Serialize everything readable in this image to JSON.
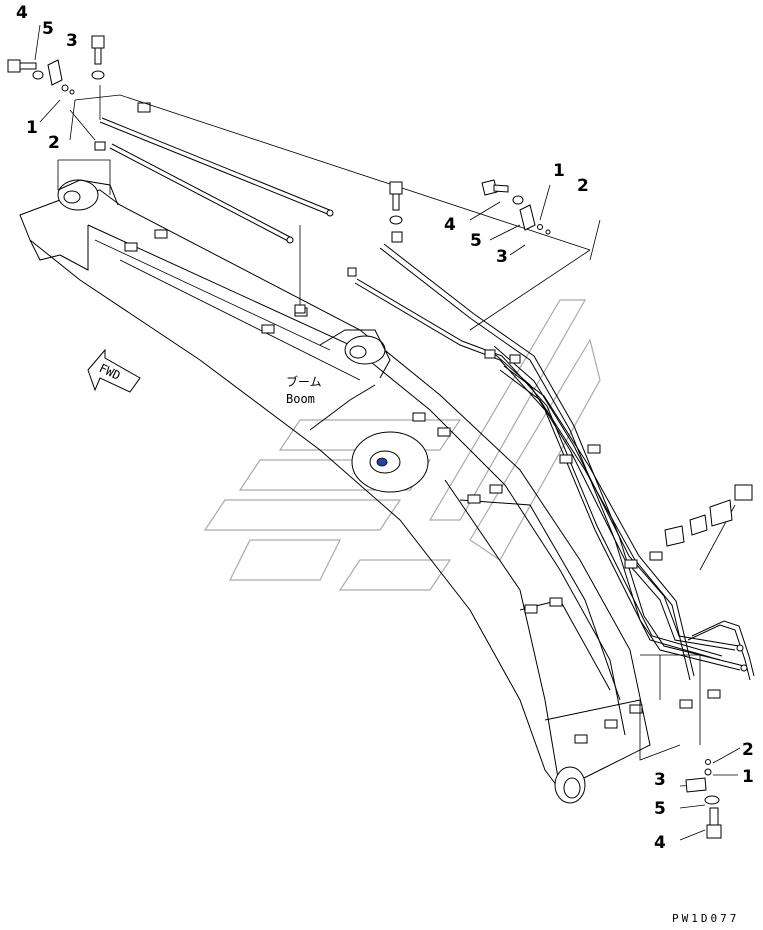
{
  "callouts": {
    "top_left": {
      "bolt": "4",
      "washer": "5",
      "clamp": "3",
      "ring": "1",
      "collar": "2"
    },
    "top_right": {
      "ring": "1",
      "collar": "2",
      "bolt": "4",
      "washer": "5",
      "clamp": "3"
    },
    "bottom_right": {
      "collar": "2",
      "clamp": "3",
      "ring": "1",
      "washer": "5",
      "bolt": "4"
    }
  },
  "labels": {
    "boom_jp": "ブーム",
    "boom_en": "Boom",
    "fwd": "FWD",
    "drawing_code": "PW1D077"
  }
}
